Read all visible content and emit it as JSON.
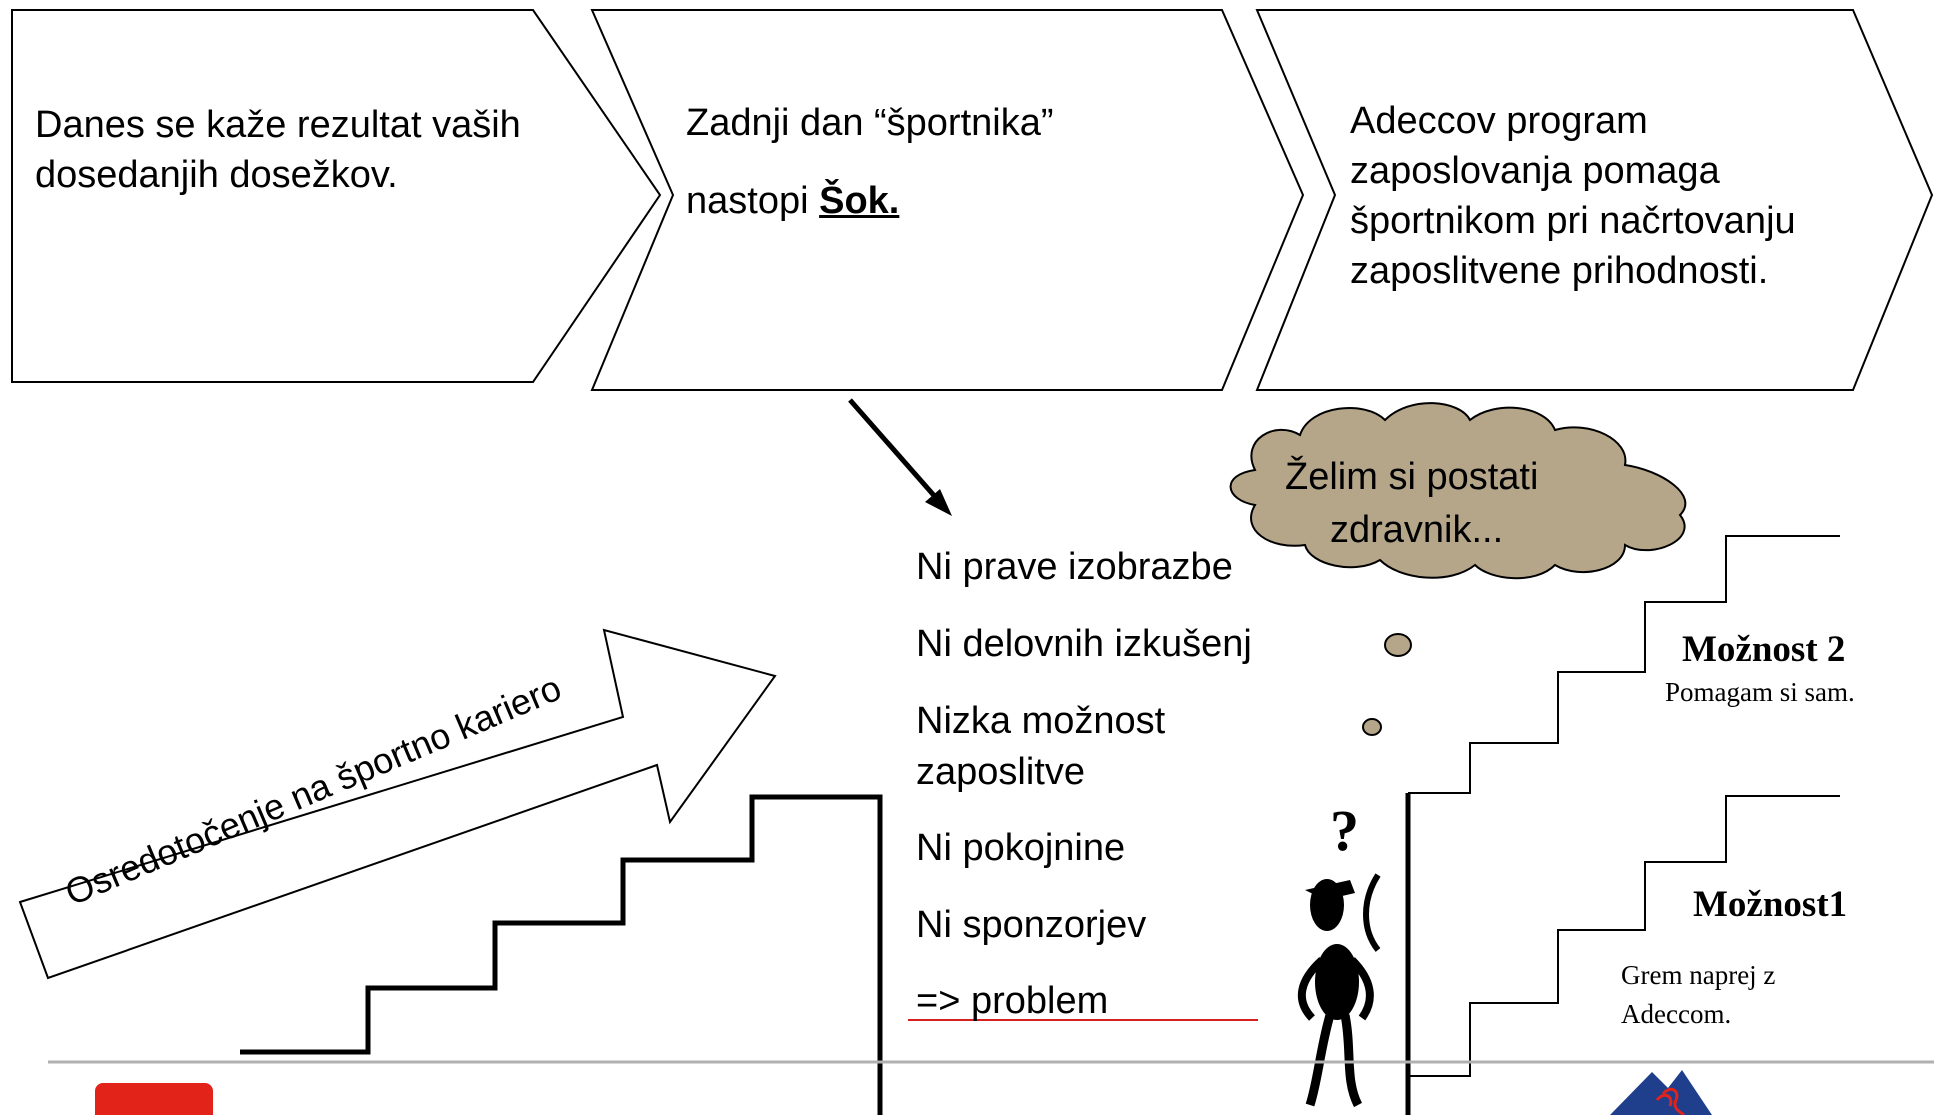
{
  "steps": [
    {
      "lines": [
        "Danes se kaže rezultat vaših",
        "dosedanjih dosežkov."
      ]
    },
    {
      "line1": "Zadnji dan “športnika”",
      "line2_prefix": "nastopi ",
      "line2_emph": "Šok."
    },
    {
      "lines": [
        "Adeccov program",
        "zaposlovanja pomaga",
        "športnikom pri načrtovanju",
        "zaposlitvene prihodnosti."
      ]
    }
  ],
  "arrow_label": "Osredotočenje na športno kariero",
  "thought": {
    "lines": [
      "Želim si postati",
      "zdravnik..."
    ],
    "color": "#b5a68a"
  },
  "problems": [
    "Ni prave izobrazbe",
    "Ni delovnih izkušenj",
    "Nizka možnost",
    "zaposlitve",
    "Ni pokojnine",
    "Ni sponzorjev",
    "=> problem"
  ],
  "question_mark": "?",
  "options": {
    "option2": {
      "title": "Možnost 2",
      "text": "Pomagam si sam."
    },
    "option1": {
      "title": "Možnost1",
      "lines": [
        "Grem naprej z",
        "Adeccom."
      ]
    }
  },
  "colors": {
    "brand_red": "#e2231a",
    "underline_red": "#d62020",
    "footer_line": "#b0b0b0",
    "logo_blue": "#1f3e8c"
  }
}
